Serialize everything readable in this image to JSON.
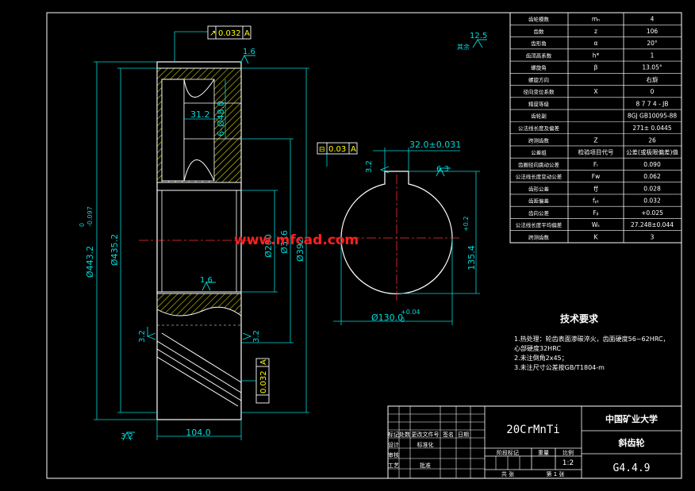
{
  "watermark": "www.mfcad.com",
  "roughness": {
    "overall": "12.5",
    "overall_note": "其余",
    "top": "1.6",
    "bore": "1.6",
    "left_face": "3.2",
    "right_face": "3.2",
    "bottom": "3.2",
    "key_side": "3.2",
    "key_top": "6.3"
  },
  "tolerances": {
    "runout_top": "0.032",
    "runout_side": "0.032",
    "parallel_key": "0.03",
    "datum": "A"
  },
  "dimensions": {
    "tip_diameter": "Ø443.2",
    "tip_diameter_upper": "0",
    "tip_diameter_lower": "-0.097",
    "root_diameter": "Ø435.2",
    "hole_diameter": "Ø48.0",
    "hole_count": "6-",
    "hole_offset": "31.2",
    "hub_outer": "Ø200",
    "hub_inner": "Ø316",
    "rim_inner": "Ø392",
    "face_width": "104.0",
    "key_width": "32.0±0.031",
    "key_depth": "135.4",
    "key_depth_tol": "+0.2",
    "bore_diameter": "Ø130.0",
    "bore_tol_upper": "+0.04",
    "bore_tol_lower": "0"
  },
  "gear_params": [
    {
      "name": "齿轮模数",
      "symbol": "mₙ",
      "value": "4"
    },
    {
      "name": "齿数",
      "symbol": "z",
      "value": "106"
    },
    {
      "name": "齿形角",
      "symbol": "α",
      "value": "20°"
    },
    {
      "name": "齿顶高系数",
      "symbol": "h*",
      "value": "1"
    },
    {
      "name": "螺旋角",
      "symbol": "β",
      "value": "13.05°"
    },
    {
      "name": "螺旋方向",
      "symbol": "",
      "value": "右旋"
    },
    {
      "name": "径向变位系数",
      "symbol": "X",
      "value": "0"
    },
    {
      "name": "精度等级",
      "symbol": "",
      "value": "8 7 7 4 - JB"
    },
    {
      "name": "齿轮副",
      "symbol": "",
      "value": "8GJ GB10095-88"
    },
    {
      "name": "公法线长度及偏差",
      "symbol": "",
      "value": "271± 0.0445"
    },
    {
      "name": "跨测齿数",
      "symbol": "Z",
      "value": "26"
    },
    {
      "name": "公差组",
      "symbol": "检验项目代号",
      "value": "公差(或极限偏差)值"
    },
    {
      "name": "齿圈径向跳动公差",
      "symbol": "Fᵣ",
      "value": "0.090"
    },
    {
      "name": "公法线长度变动公差",
      "symbol": "Fw",
      "value": "0.062"
    },
    {
      "name": "齿形公差",
      "symbol": "fƒ",
      "value": "0.028"
    },
    {
      "name": "齿距偏差",
      "symbol": "fₚₜ",
      "value": "0.032"
    },
    {
      "name": "齿向公差",
      "symbol": "Fᵦ",
      "value": "+0.025"
    },
    {
      "name": "公法线长度平均偏差",
      "symbol": "Wₖ",
      "value": "27.248±0.044"
    },
    {
      "name": "跨测齿数",
      "symbol": "K",
      "value": "3"
    }
  ],
  "tech_requirements": {
    "title": "技术要求",
    "items": [
      "1.热处理：轮齿表面渗碳淬火，齿面硬度56~62HRC，",
      "  心部硬度32HRC",
      "2.未注倒角2x45；",
      "3.未注尺寸公差按GB/T1804-m"
    ]
  },
  "title_block": {
    "material": "20CrMnTi",
    "school": "中国矿业大学",
    "part_name": "斜齿轮",
    "drawing_no": "G4.4.9",
    "scale": "1:2",
    "stage_label": "阶段标记",
    "weight_label": "重量",
    "scale_label": "比例",
    "sheet_total": "共 张",
    "sheet_no": "第 1 张",
    "rows": [
      [
        "标记",
        "处数",
        "更改文件号",
        "签名",
        "日期"
      ],
      [
        "设计",
        "",
        "标准化",
        "",
        ""
      ],
      [
        "审核",
        "",
        "",
        "",
        ""
      ],
      [
        "工艺",
        "",
        "批准",
        "",
        ""
      ]
    ]
  }
}
